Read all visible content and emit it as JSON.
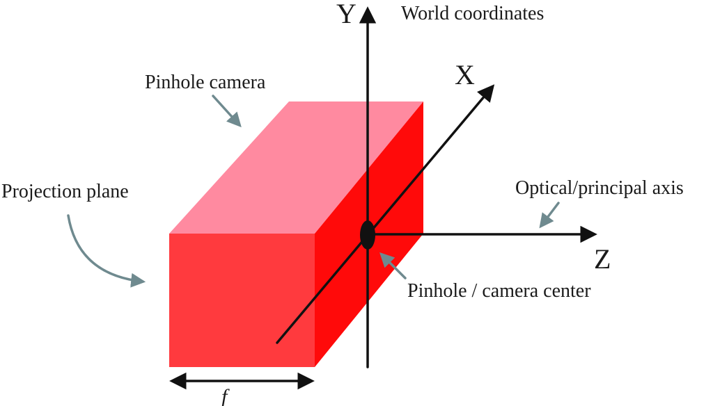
{
  "labels": {
    "world_coordinates": "World coordinates",
    "pinhole_camera": "Pinhole camera",
    "projection_plane": "Projection plane",
    "optical_axis": "Optical/principal axis",
    "pinhole_center": "Pinhole / camera center",
    "axis_x": "X",
    "axis_y": "Y",
    "axis_z": "Z",
    "focal_length": "f"
  },
  "colors": {
    "box_top": "#ff8aa0",
    "box_front": "#ff3a3e",
    "box_side": "#ff0a0a",
    "axis": "#111111",
    "callout_arrow": "#6f8a8f",
    "pinhole": "#111111"
  },
  "icons": {
    "arrowhead": "triangle-arrowhead"
  }
}
